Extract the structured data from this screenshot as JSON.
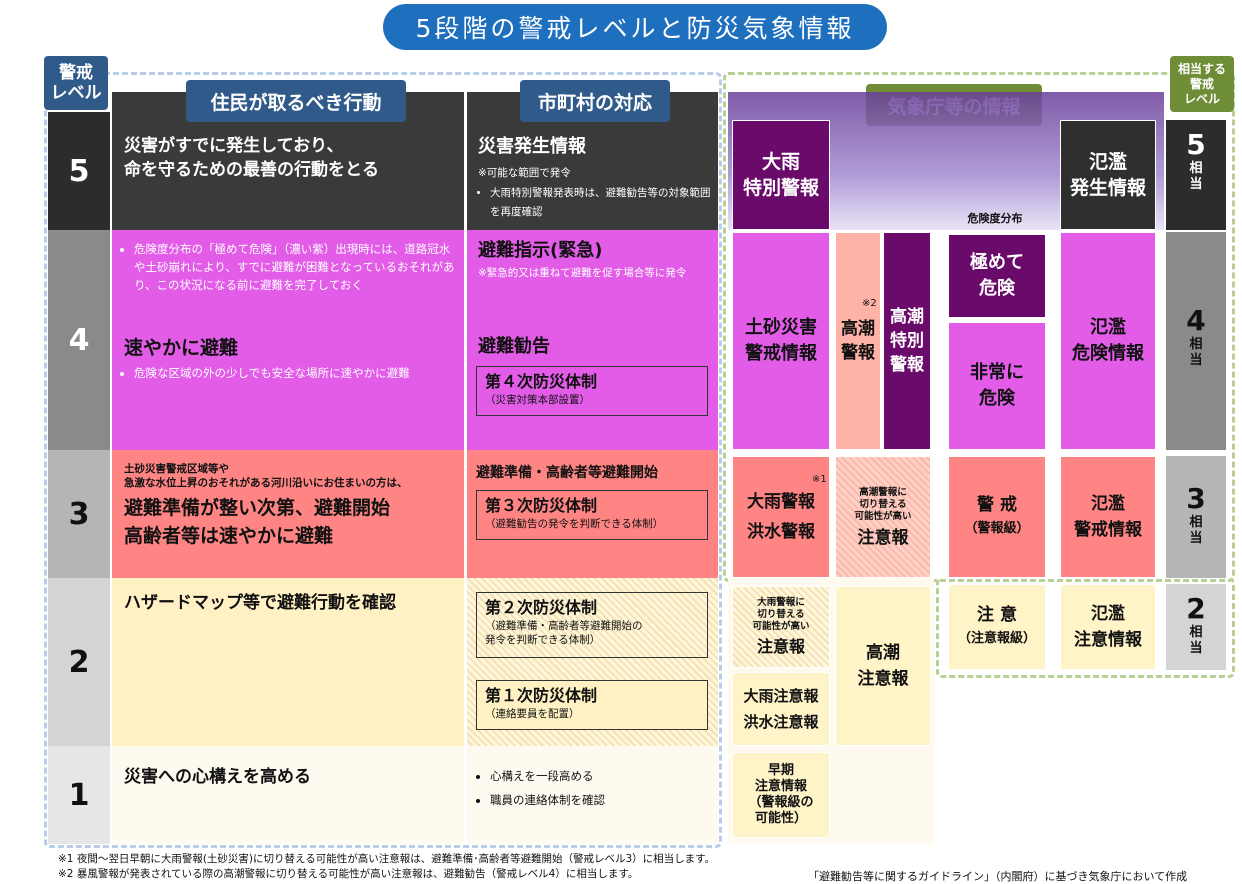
{
  "title": "5段階の警戒レベルと防災気象情報",
  "left_header": "警戒\nレベル",
  "right_header": "相当する\n警戒\nレベル",
  "col_headers": {
    "residents": "住民が取るべき行動",
    "municipality": "市町村の対応",
    "jma": "気象庁等の情報"
  },
  "levels": [
    "5",
    "4",
    "3",
    "2",
    "1"
  ],
  "right_levels": [
    {
      "num": "5",
      "label": "相\n当"
    },
    {
      "num": "4",
      "label": "相\n当"
    },
    {
      "num": "3",
      "label": "相\n当"
    },
    {
      "num": "2",
      "label": "相\n当"
    }
  ],
  "residents": {
    "l5": "災害がすでに発生しており、\n命を守るための最善の行動をとる",
    "l4_note": "危険度分布の「極めて危険」（濃い紫）出現時には、道路冠水や土砂崩れにより、すでに避難が困難となっているおそれがあり、この状況になる前に避難を完了しておく",
    "l4_main": "速やかに避難",
    "l4_sub": "危険な区域の外の少しでも安全な場所に速やかに避難",
    "l3_pre": "土砂災害警戒区域等や\n急激な水位上昇のおそれがある河川沿いにお住まいの方は、",
    "l3_main": "避難準備が整い次第、避難開始\n高齢者等は速やかに避難",
    "l2": "ハザードマップ等で避難行動を確認",
    "l1": "災害への心構えを高める"
  },
  "municipality": {
    "l5_title": "災害発生情報",
    "l5_note": "※可能な範囲で発令",
    "l5_bullet": "大雨特別警報発表時は、避難勧告等の対象範囲を再度確認",
    "l4_title": "避難指示(緊急)",
    "l4_note": "※緊急的又は重ねて避難を促す場合等に発令",
    "l4_title2": "避難勧告",
    "l4_box_title": "第４次防災体制",
    "l4_box_sub": "（災害対策本部設置）",
    "l3_title": "避難準備・高齢者等避難開始",
    "l3_box_title": "第３次防災体制",
    "l3_box_sub": "（避難勧告の発令を判断できる体制）",
    "l2_box_title": "第２次防災体制",
    "l2_box_sub": "（避難準備・高齢者等避難開始の\n発令を判断できる体制）",
    "l2b_box_title": "第１次防災体制",
    "l2b_box_sub": "（連絡要員を配置）",
    "l1_b1": "心構えを一段高める",
    "l1_b2": "職員の連絡体制を確認"
  },
  "jma": {
    "heavy_rain_special": "大雨\n特別警報",
    "flood_occurred": "氾濫\n発生情報",
    "risk_map": "危険度分布",
    "extremely_dangerous": "極めて\n危険",
    "very_dangerous": "非常に\n危険",
    "sediment_alert": "土砂災害\n警戒情報",
    "note2": "※2",
    "storm_surge_warning": "高潮\n警報",
    "storm_surge_special": "高潮\n特別\n警報",
    "flood_danger": "氾濫\n危険情報",
    "note1": "※1",
    "heavy_rain_warning": "大雨警報",
    "flood_warning": "洪水警報",
    "surge_switch_small": "高潮警報に\n切り替える\n可能性が高い",
    "surge_switch_main": "注意報",
    "warning_level": "警 戒",
    "warning_level_sub": "（警報級）",
    "flood_alert": "氾濫\n警戒情報",
    "rain_switch_small": "大雨警報に\n切り替える\n可能性が高い",
    "rain_switch_main": "注意報",
    "surge_advisory": "高潮\n注意報",
    "caution": "注 意",
    "caution_sub": "（注意報級）",
    "flood_caution": "氾濫\n注意情報",
    "heavy_rain_advisory": "大雨注意報",
    "flood_advisory": "洪水注意報",
    "early_warning": "早期\n注意情報\n（警報級の\n可能性）"
  },
  "footnotes": {
    "f1": "※1 夜間～翌日早朝に大雨警報(土砂災害)に切り替える可能性が高い注意報は、避難準備･高齢者等避難開始（警戒レベル3）に相当します。",
    "f2": "※2 暴風警報が発表されている際の高潮警報に切り替える可能性が高い注意報は、避難勧告（警戒レベル4）に相当します。",
    "source": "「避難勧告等に関するガイドライン」（内閣府）に基づき気象庁において作成"
  }
}
